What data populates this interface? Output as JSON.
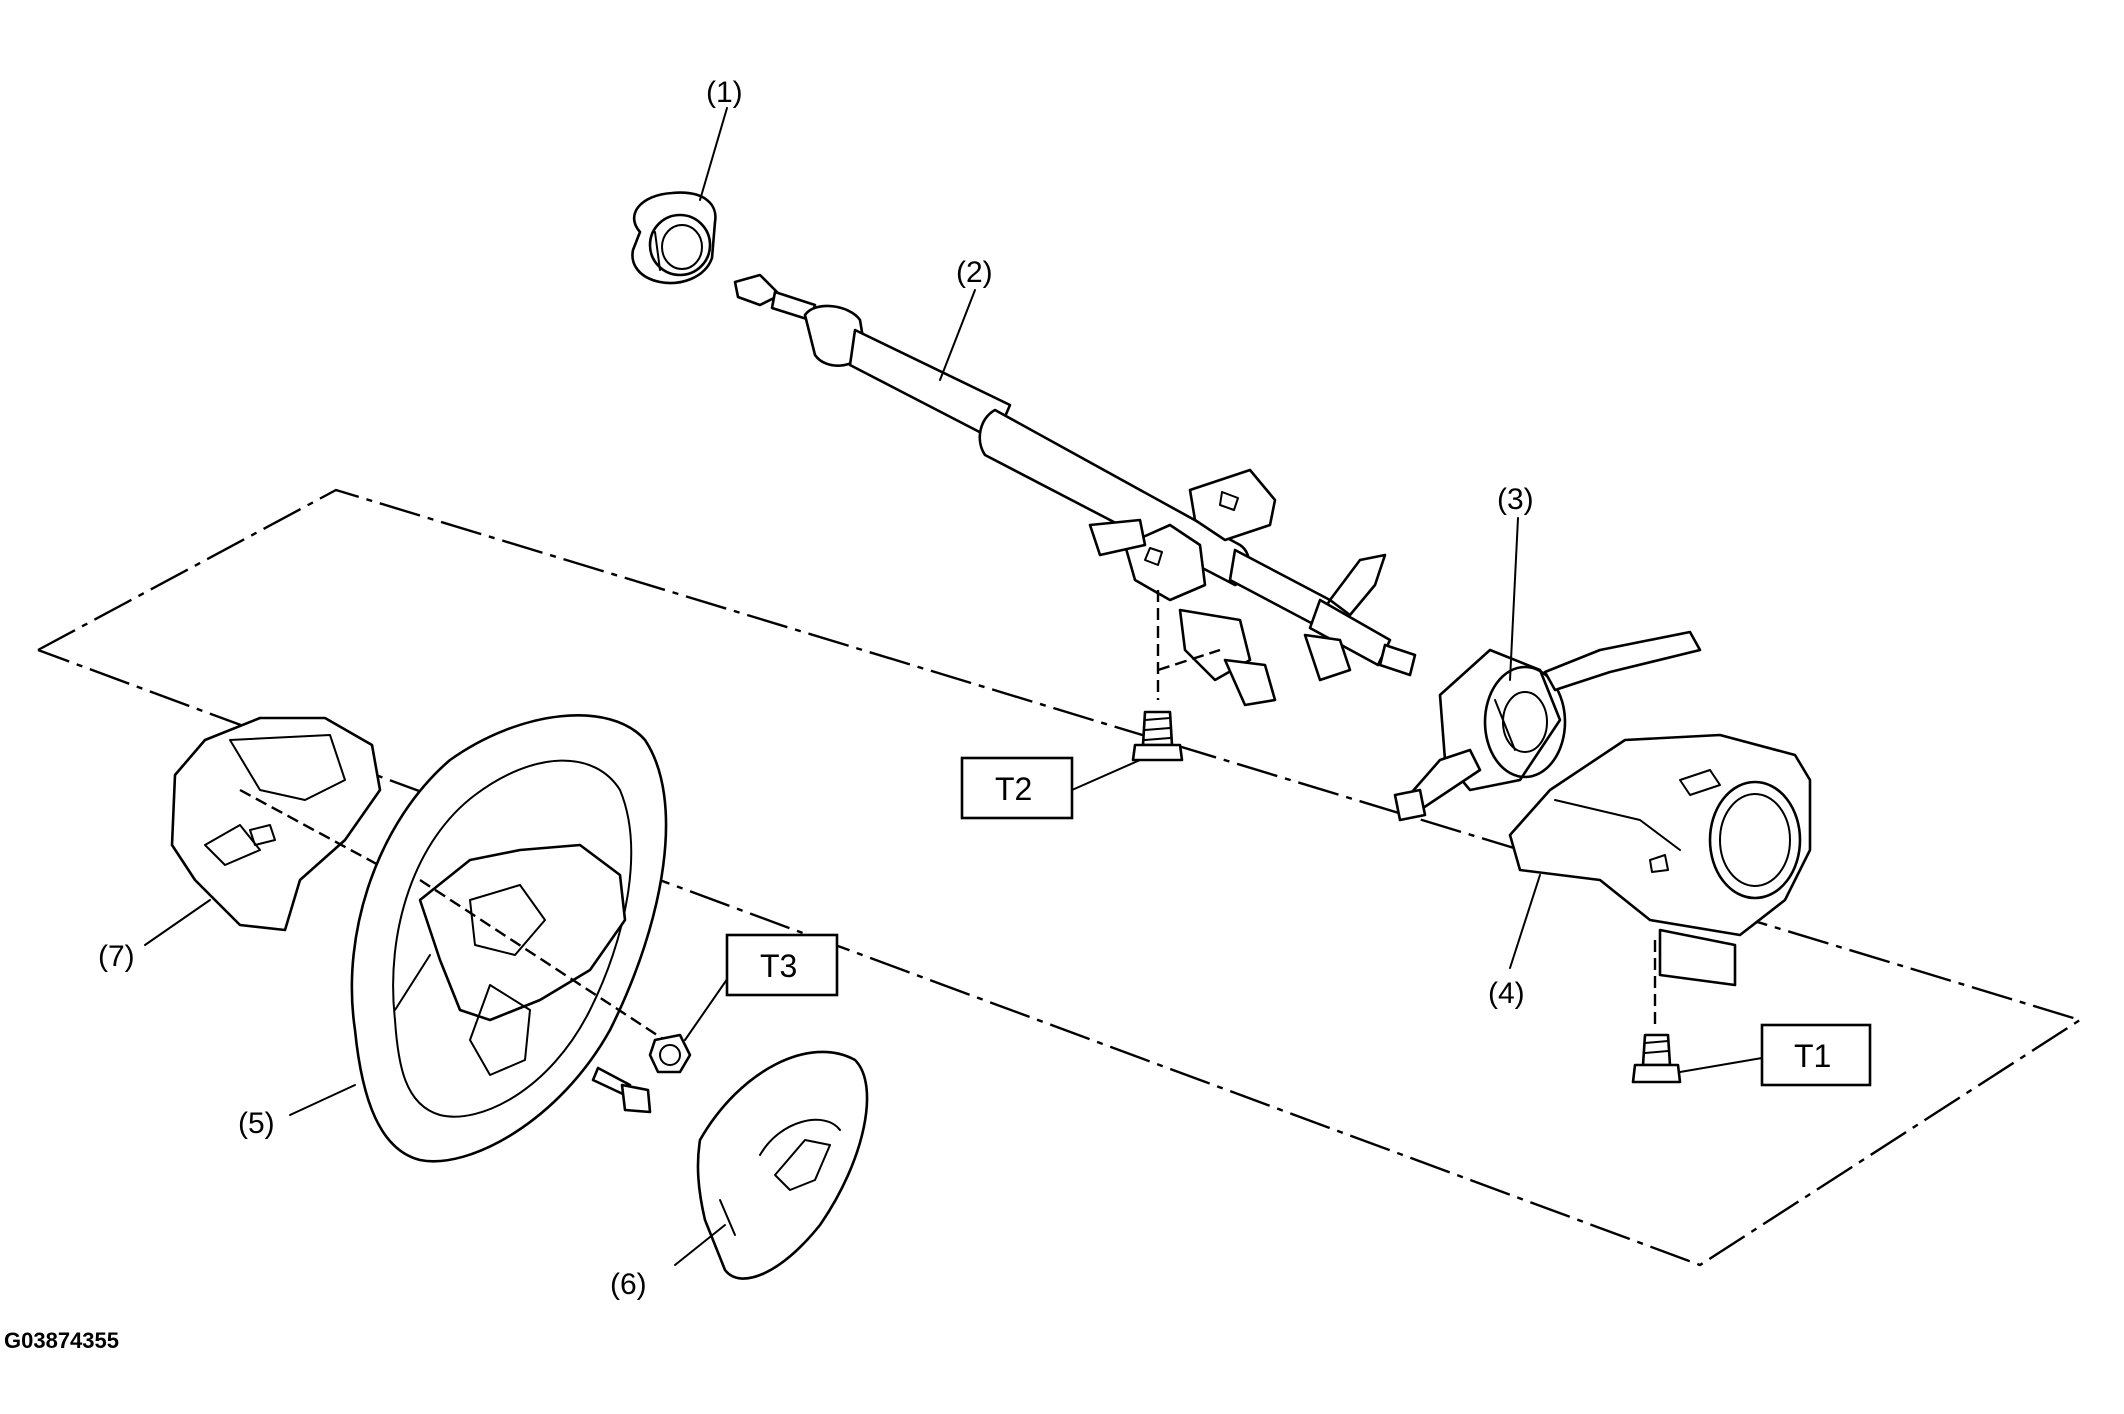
{
  "callouts": {
    "c1": "(1)",
    "c2": "(2)",
    "c3": "(3)",
    "c4": "(4)",
    "c5": "(5)",
    "c6": "(6)",
    "c7": "(7)"
  },
  "torque_boxes": {
    "t1": "T1",
    "t2": "T2",
    "t3": "T3"
  },
  "figure_code": "G03874355"
}
